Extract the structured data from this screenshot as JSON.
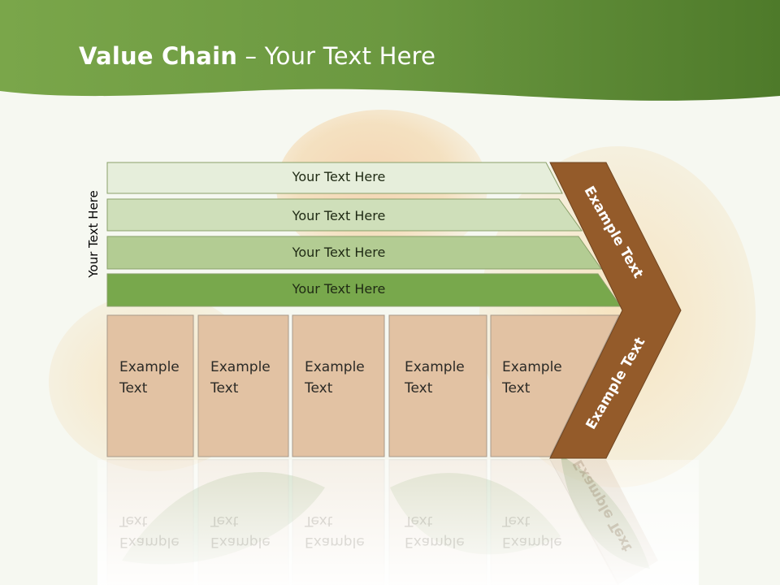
{
  "title": {
    "bold": "Value Chain",
    "rest": " – Your Text Here"
  },
  "side_label": "Your Text Here",
  "rows": [
    {
      "label": "Your Text Here",
      "color": "#e6eedb"
    },
    {
      "label": "Your Text Here",
      "color": "#cfdfba"
    },
    {
      "label": "Your Text Here",
      "color": "#b3cc93"
    },
    {
      "label": "Your Text Here",
      "color": "#78a84c"
    }
  ],
  "boxes": [
    {
      "line1": "Example",
      "line2": "Text"
    },
    {
      "line1": "Example",
      "line2": "Text"
    },
    {
      "line1": "Example",
      "line2": "Text"
    },
    {
      "line1": "Example",
      "line2": "Text"
    },
    {
      "line1": "Example",
      "line2": "Text"
    }
  ],
  "chevron": {
    "upper": "Example Text",
    "lower": "Example Text",
    "color": "#945b2a"
  },
  "colors": {
    "header": "#5e8c37",
    "box": "#e2c2a3",
    "box_border": "#a8998a"
  }
}
